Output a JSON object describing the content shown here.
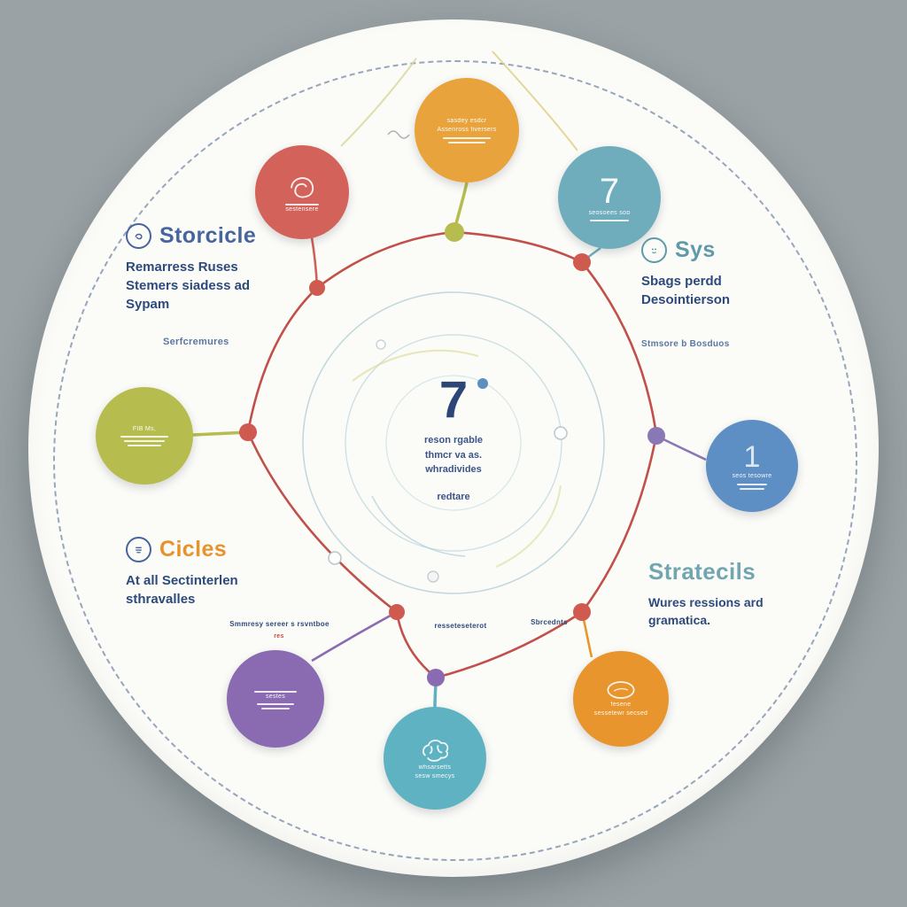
{
  "canvas": {
    "background": "#9aa2a5",
    "disc": "#fbfbf8"
  },
  "colors": {
    "navy": "#2d4a7c",
    "blue_heading": "#46659f",
    "teal_heading": "#5f9aaa",
    "orange_heading": "#e8922e",
    "ring_red": "#c1504a",
    "olive": "#b6bc4e",
    "teal_node": "#6fadbd",
    "teal_node2": "#5fb2c2",
    "blue_node": "#5d8ec4",
    "purple_node": "#8a6ab1",
    "orange_node": "#e8a33c",
    "orange_node2": "#e8952e",
    "red_node": "#d2625a"
  },
  "center": {
    "number": "7",
    "line1": "reson rgable",
    "line2": "thmcr va as.",
    "line3": "whradivides",
    "footer": "redtare"
  },
  "labels": {
    "storcicle": {
      "title": "Storcicle",
      "line1": "Remarress Ruses",
      "line2": "Stemers siadess ad",
      "line3": "Sypam",
      "note": "Serfcremures"
    },
    "sys": {
      "title": "Sys",
      "line1": "Sbags perdd",
      "line2": "Desointierson",
      "note": "Stmsore b Bosduos"
    },
    "cicles": {
      "title": "Cicles",
      "line1": "At all Sectinterlen",
      "line2": "sthravalles"
    },
    "stratecils": {
      "title": "Stratecils",
      "line1": "Wures ressions ard",
      "line2": "gramatica."
    }
  },
  "ring_labels": {
    "left": "Smmresy sereer s rsvntboe",
    "left_sub": "res",
    "middle": "resseteseterot",
    "right": "Sbrcednts"
  },
  "nodes": {
    "top_orange": {
      "line1": "sasdey esdcr",
      "line2": "Asseriross fiversers"
    },
    "top_left_red": {
      "line1": "sestensere"
    },
    "top_right_teal": {
      "number": "7",
      "line1": "seosoees soo"
    },
    "left_olive": {
      "line1": "FIB Ms,"
    },
    "right_blue": {
      "number": "1",
      "line1": "seos tesowre"
    },
    "bottom_left_purple": {
      "line1": "sestes"
    },
    "bottom_teal": {
      "line1": "whsarsetts",
      "line2": "sesw smecys"
    },
    "bottom_right_orange": {
      "line1": "fesene",
      "line2": "sessetewr secsed"
    }
  }
}
